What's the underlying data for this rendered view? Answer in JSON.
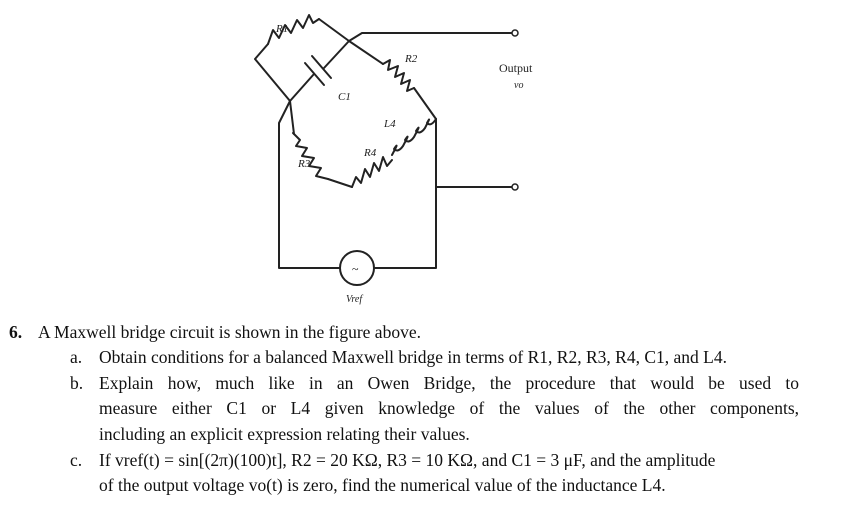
{
  "figure": {
    "labels": {
      "r1": "R1",
      "c1": "C1",
      "r2": "R2",
      "l4": "L4",
      "r4": "R4",
      "r3": "R3",
      "output": "Output",
      "vo": "vo",
      "vref": "Vref"
    }
  },
  "problem": {
    "number": "6.",
    "stem": "A Maxwell bridge circuit is shown in the figure above.",
    "parts": [
      {
        "letter": "a.",
        "lines": [
          "Obtain conditions for a balanced Maxwell bridge in terms of R1, R2, R3, R4, C1, and L4."
        ]
      },
      {
        "letter": "b.",
        "lines": [
          "Explain how, much like in an Owen Bridge, the procedure that would be used to",
          "measure either C1 or L4 given knowledge of the values of the other components,",
          "including an explicit expression relating their values."
        ]
      },
      {
        "letter": "c.",
        "lines": [
          "If vref(t) = sin[(2π)(100)t], R2 = 20 KΩ, R3 = 10 KΩ, and C1 = 3 μF, and the amplitude",
          "of the output voltage vo(t) is zero, find the numerical value of the inductance L4."
        ]
      }
    ]
  }
}
